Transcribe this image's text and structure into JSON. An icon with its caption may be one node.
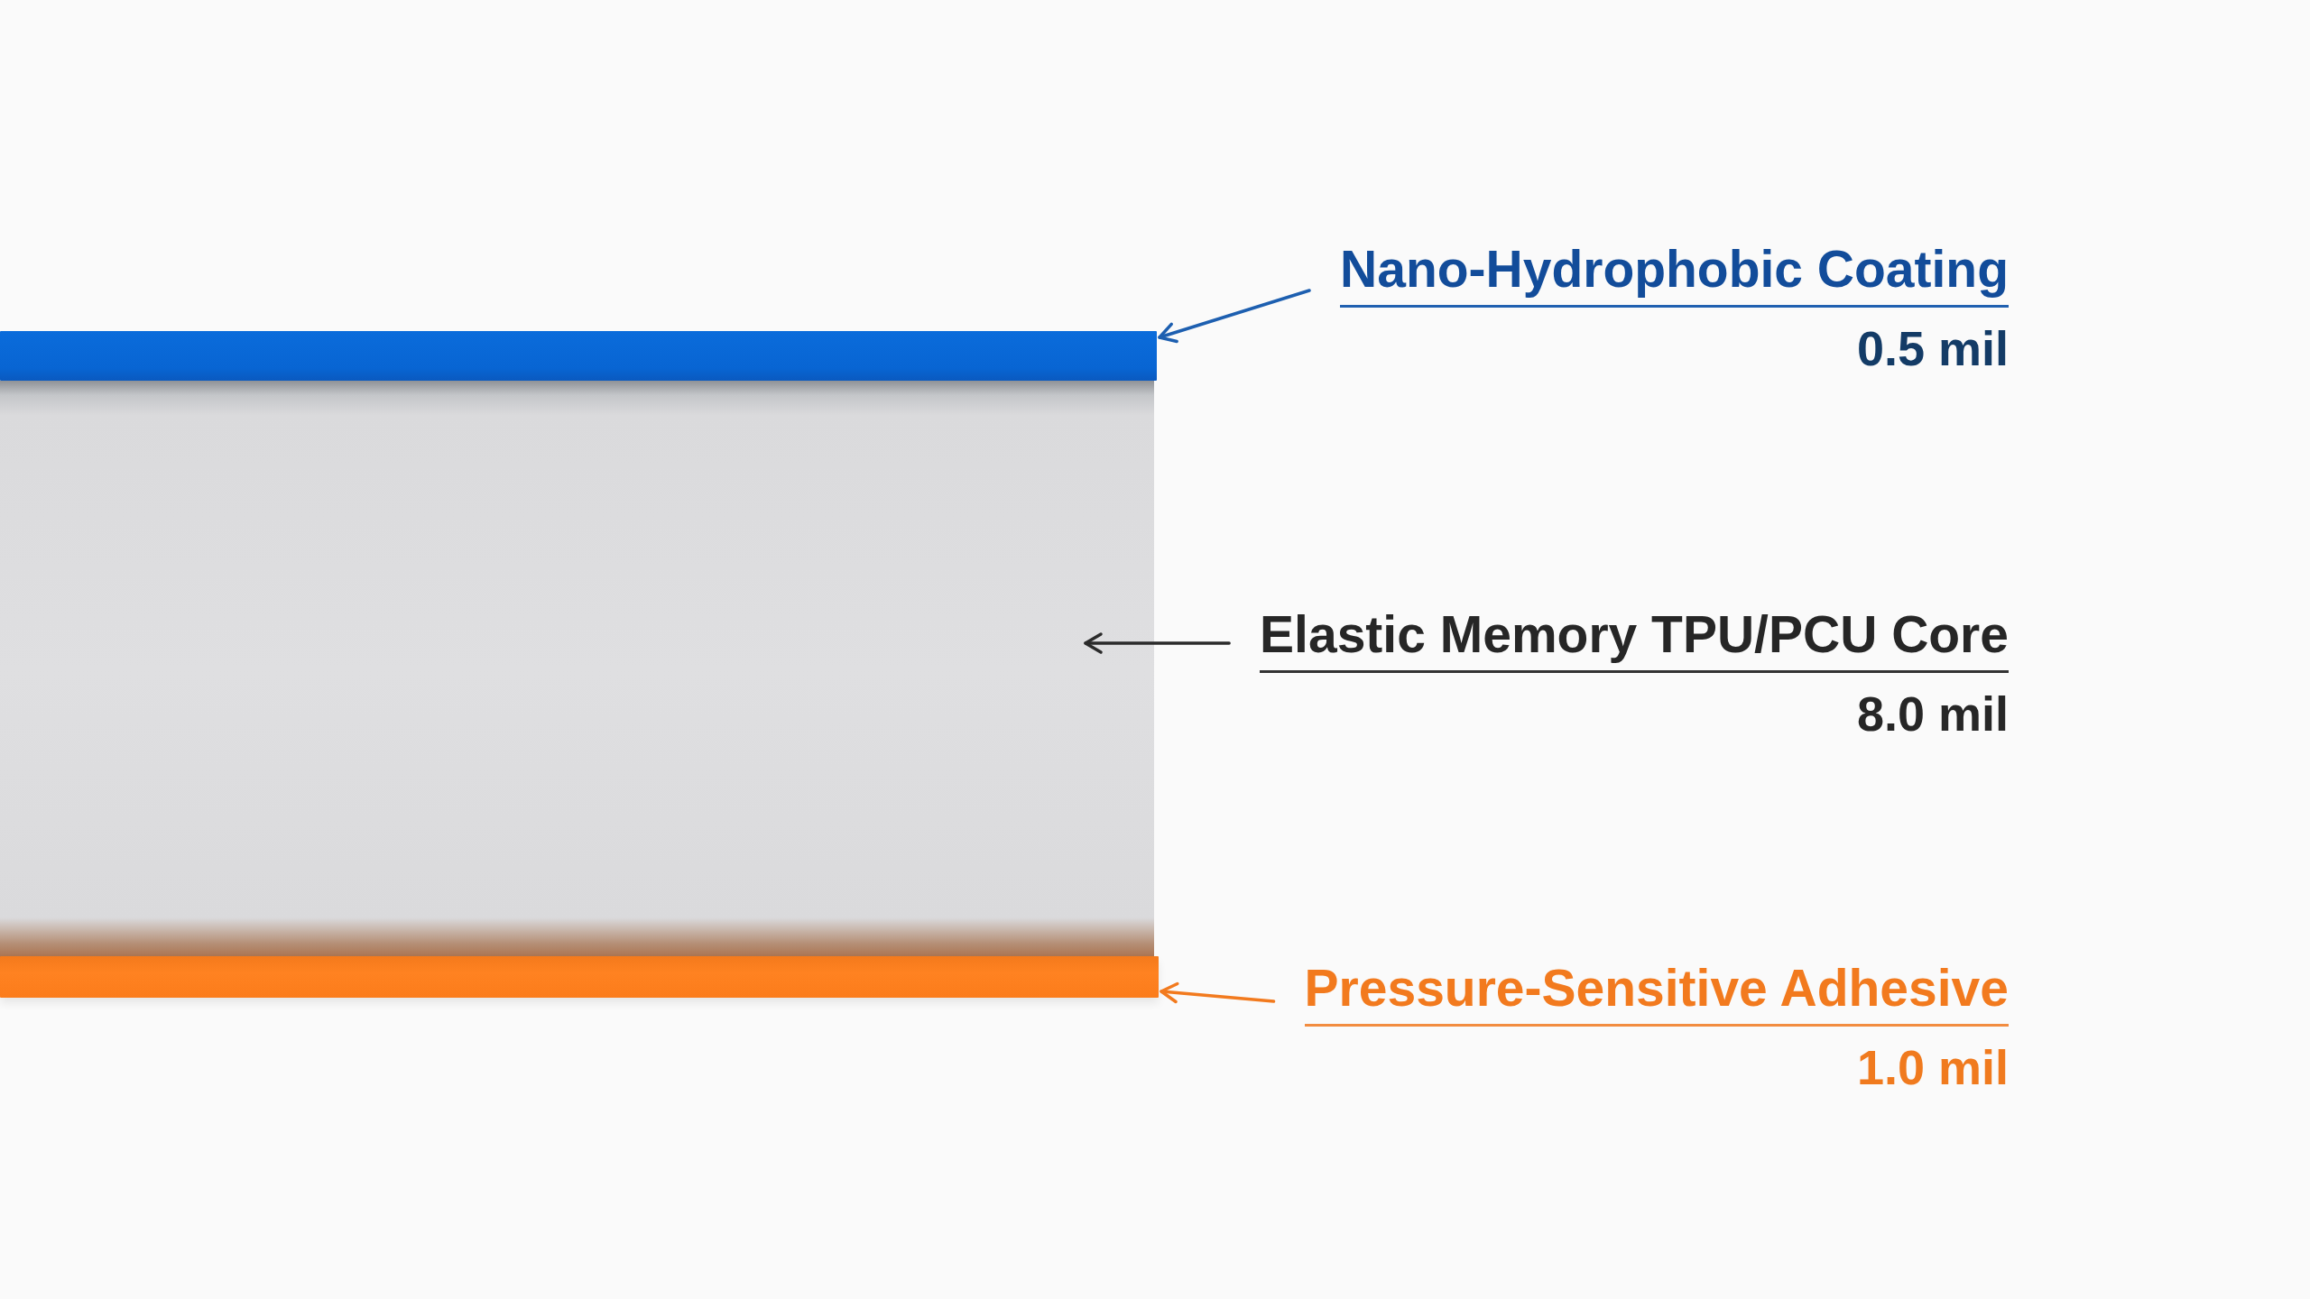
{
  "diagram": {
    "nodes": [
      {
        "text": [],
        "shape": "bar"
      },
      {
        "text": [],
        "shape": "box"
      },
      {
        "text": [],
        "shape": "bar"
      },
      {
        "text": [
          "Nano-Hydrophobic Coating",
          "0.5 mil"
        ]
      },
      {
        "text": [
          "Elastic Memory TPU/PCU Core",
          "8.0 mil"
        ]
      },
      {
        "text": [
          "Pressure-Sensitive Adhesive",
          "1.0 mil"
        ]
      }
    ],
    "edges": [
      {
        "from": 3,
        "to": 0,
        "arrow": "to",
        "color": "#1d5fb0"
      },
      {
        "from": 4,
        "to": 1,
        "arrow": "to",
        "color": "#2b2b2b"
      },
      {
        "from": 5,
        "to": 2,
        "arrow": "to",
        "color": "#f27a1e"
      }
    ]
  }
}
